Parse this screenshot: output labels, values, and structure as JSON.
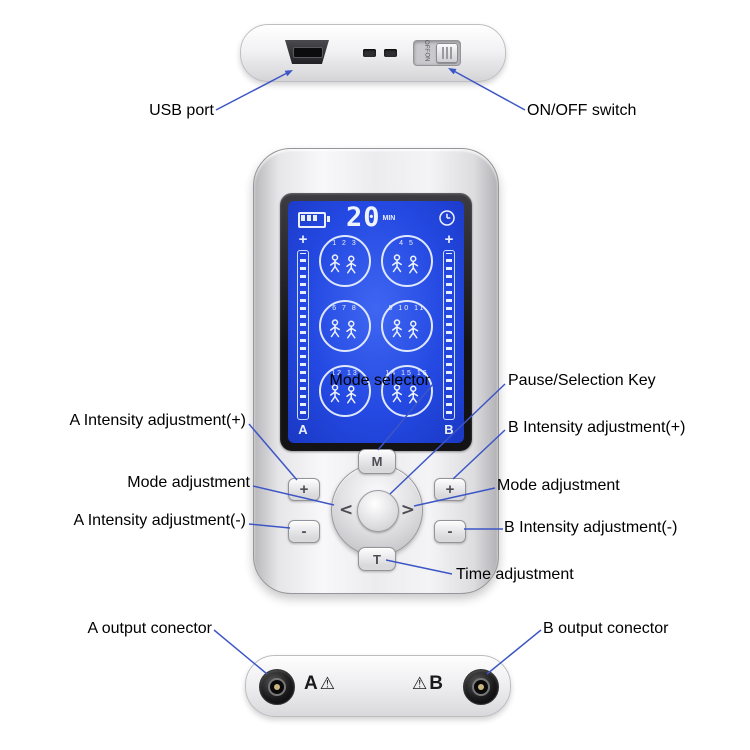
{
  "colors": {
    "callout_line": "#3d56c5",
    "screen_blue": "#2449e2",
    "screen_text": "#e9efff"
  },
  "top_view": {
    "usb_label": "USB port",
    "switch_label": "ON/OFF switch",
    "switch_on": "ON",
    "switch_off": "OFF"
  },
  "device": {
    "screen": {
      "timer": "20",
      "timer_unit": "MIN",
      "plus_a": "+",
      "plus_b": "+",
      "channel_a": "A",
      "channel_b": "B",
      "mode_circles": [
        {
          "numbers": "1 2 3"
        },
        {
          "numbers": "4 5"
        },
        {
          "numbers": "6 7 8"
        },
        {
          "numbers": "9 10 11"
        },
        {
          "numbers": "12 13"
        },
        {
          "numbers": "14 15 16"
        }
      ]
    },
    "buttons": {
      "mode_selector": "M",
      "time": "T",
      "left_arrow": "<",
      "right_arrow": ">",
      "a_plus": "+",
      "a_minus": "-",
      "b_plus": "+",
      "b_minus": "-"
    }
  },
  "callouts": {
    "mode_selector": "Mode selector",
    "pause_selection": "Pause/Selection Key",
    "a_intensity_plus": "A Intensity adjustment(+)",
    "b_intensity_plus": "B Intensity adjustment(+)",
    "mode_adjustment_left": "Mode adjustment",
    "mode_adjustment_right": "Mode adjustment",
    "a_intensity_minus": "A Intensity adjustment(-)",
    "b_intensity_minus": "B Intensity adjustment(-)",
    "time_adjustment": "Time adjustment"
  },
  "bottom_view": {
    "a_label": "A output conector",
    "b_label": "B output conector",
    "a_mark": "A",
    "b_mark": "B",
    "warning": "⚠"
  }
}
